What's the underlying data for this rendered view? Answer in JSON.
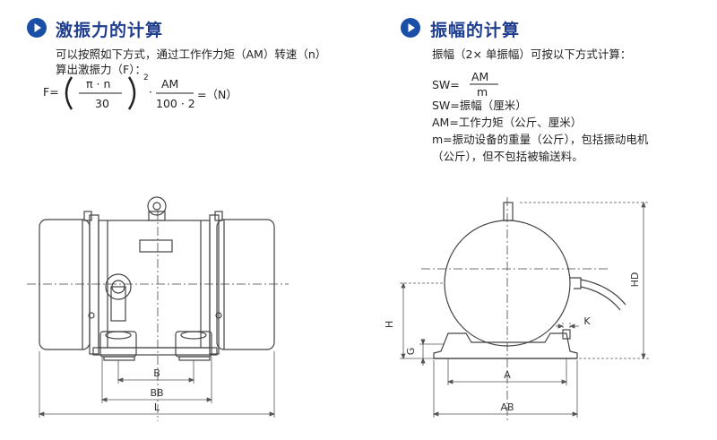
{
  "left": {
    "title": "激振力的计算",
    "desc_line1": "可以按照如下方式，通过工作作力矩（AM）转速（n）",
    "desc_line2": "算出激振力（F）：",
    "formula": {
      "lhs": "F=",
      "frac1_num": "π · n",
      "frac1_den": "30",
      "exponent": "2",
      "dot": "·",
      "frac2_num": "AM",
      "frac2_den": "100 · 2",
      "rhs": "=（N）"
    }
  },
  "right": {
    "title": "振幅的计算",
    "desc": "振幅（2× 单振幅）可按以下方式计算：",
    "formula": {
      "lhs": "SW=",
      "num": "AM",
      "den": "m"
    },
    "defs": [
      "SW=振幅（厘米）",
      "AM=工作力矩（公斤、厘米）",
      "m=振动设备的重量（公斤），包括振动电机",
      "（公斤），但不包括被输送料。"
    ]
  },
  "diagram_labels": {
    "B": "B",
    "BB": "BB",
    "L": "L",
    "A": "A",
    "AB": "AB",
    "H": "H",
    "G": "G",
    "K": "K",
    "HD": "HD"
  },
  "colors": {
    "title": "#1e3d8f",
    "bullet": "#1a4fa8",
    "line": "#444444",
    "dim": "#555555"
  }
}
